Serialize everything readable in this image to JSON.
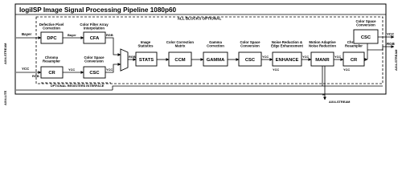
{
  "title": "logiISP Image Signal Processing Pipeline 1080p60",
  "all_blocks_optional": "ALL BLOCKS OPTIONAL",
  "optional_registers": "OPTIONAL REGISTERS INTERFACE",
  "bus_in_stream": "AXI4-STREAM",
  "bus_in_lite": "AXI4-LITE",
  "bus_out_stream": "AXI4-STREAM",
  "bus_bottom_stream": "AXI4-STREAM",
  "signals": {
    "bayer_in": "Bayer",
    "bayer_mid": "Bayer",
    "ycc_in": "YCC",
    "ycc_mid": "YCC",
    "rgb_cfa_out": "RGB",
    "rgb_cr_out": "RGB",
    "ycc_csc_out": "YCC",
    "rgb_mux_out": "RGB",
    "ycc_csc2_out": "YCC",
    "ycc_enh_in": "YCC",
    "ycc_enh_out": "YCC",
    "ycc_manr_out": "YCC",
    "ycc_cr2_in": "YCC",
    "ycc_out": "YCC",
    "rgb_out": "RGB"
  },
  "blocks": {
    "dpc": {
      "label": "DPC",
      "caption1": "Defective Pixel",
      "caption2": "Correction"
    },
    "cfa": {
      "label": "CFA",
      "caption1": "Color Filter Array",
      "caption2": "Interpolation"
    },
    "cr1": {
      "label": "CR",
      "caption1": "Chroma",
      "caption2": "Resampler"
    },
    "csc1": {
      "label": "CSC",
      "caption1": "Color Space",
      "caption2": "Conversion"
    },
    "stats": {
      "label": "STATS",
      "caption1": "Image",
      "caption2": "Statistics"
    },
    "ccm": {
      "label": "CCM",
      "caption1": "Color Correction",
      "caption2": "Matrix"
    },
    "gamma": {
      "label": "GAMMA",
      "caption1": "Gamma",
      "caption2": "Correction"
    },
    "csc2": {
      "label": "CSC",
      "caption1": "Color Space",
      "caption2": "Conversion"
    },
    "enhance": {
      "label": "ENHANCE",
      "caption1": "Noise Reduction &",
      "caption2": "Edge Enhancement"
    },
    "manr": {
      "label": "MANR",
      "caption1": "Motion Adaptive",
      "caption2": "Noise Reduction"
    },
    "cr2": {
      "label": "CR",
      "caption1": "Chroma",
      "caption2": "Resampler"
    },
    "csc3": {
      "label": "CSC",
      "caption1": "Color Space",
      "caption2": "Conversion"
    }
  }
}
